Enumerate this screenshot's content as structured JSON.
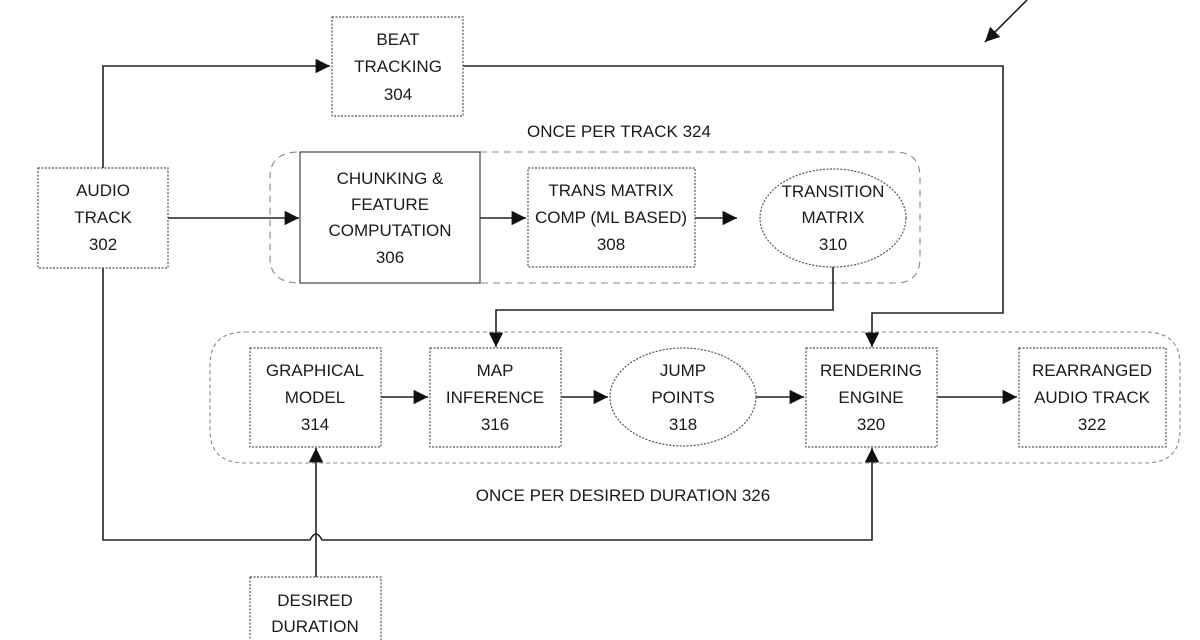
{
  "nodes": {
    "audio_track": {
      "lines": [
        "AUDIO",
        "TRACK",
        "302"
      ]
    },
    "beat_tracking": {
      "lines": [
        "BEAT",
        "TRACKING",
        "304"
      ]
    },
    "chunking": {
      "lines": [
        "CHUNKING &",
        "FEATURE",
        "COMPUTATION",
        "306"
      ]
    },
    "trans_matrix_comp": {
      "lines": [
        "TRANS MATRIX",
        "COMP (ML BASED)",
        "308"
      ]
    },
    "transition_matrix": {
      "lines": [
        "TRANSITION",
        "MATRIX",
        "310"
      ]
    },
    "graphical_model": {
      "lines": [
        "GRAPHICAL",
        "MODEL",
        "314"
      ]
    },
    "map_inference": {
      "lines": [
        "MAP",
        "INFERENCE",
        "316"
      ]
    },
    "jump_points": {
      "lines": [
        "JUMP",
        "POINTS",
        "318"
      ]
    },
    "rendering_engine": {
      "lines": [
        "RENDERING",
        "ENGINE",
        "320"
      ]
    },
    "rearranged_audio": {
      "lines": [
        "REARRANGED",
        "AUDIO TRACK",
        "322"
      ]
    },
    "desired_duration": {
      "lines": [
        "DESIRED",
        "DURATION"
      ]
    }
  },
  "groups": {
    "once_per_track": "ONCE PER TRACK 324",
    "once_per_duration": "ONCE PER DESIRED DURATION 326"
  },
  "edges": [
    {
      "from": "audio_track",
      "to": "beat_tracking"
    },
    {
      "from": "audio_track",
      "to": "chunking"
    },
    {
      "from": "chunking",
      "to": "trans_matrix_comp"
    },
    {
      "from": "trans_matrix_comp",
      "to": "transition_matrix"
    },
    {
      "from": "transition_matrix",
      "to": "map_inference"
    },
    {
      "from": "beat_tracking",
      "to": "rendering_engine"
    },
    {
      "from": "graphical_model",
      "to": "map_inference"
    },
    {
      "from": "map_inference",
      "to": "jump_points"
    },
    {
      "from": "jump_points",
      "to": "rendering_engine"
    },
    {
      "from": "rendering_engine",
      "to": "rearranged_audio"
    },
    {
      "from": "desired_duration",
      "to": "graphical_model"
    },
    {
      "from": "audio_track",
      "to": "rendering_engine"
    }
  ]
}
